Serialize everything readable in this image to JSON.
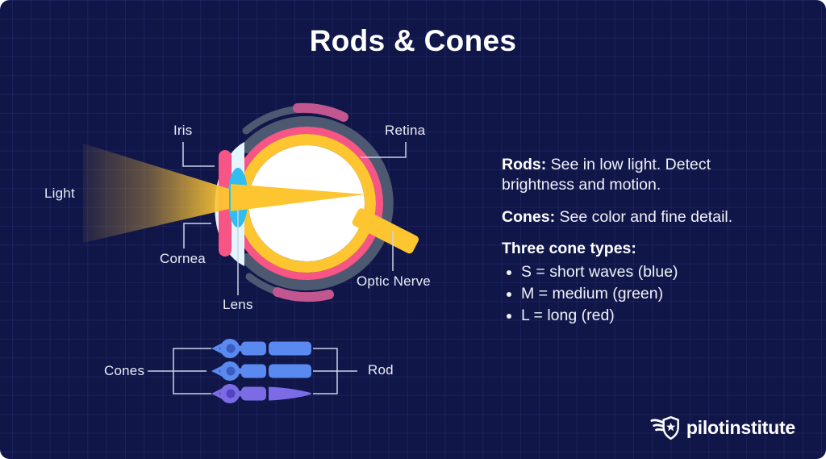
{
  "title": "Rods & Cones",
  "eye_diagram": {
    "labels": {
      "light": "Light",
      "iris": "Iris",
      "retina": "Retina",
      "cornea": "Cornea",
      "lens": "Lens",
      "optic_nerve": "Optic Nerve"
    }
  },
  "cell_diagram": {
    "labels": {
      "cones": "Cones",
      "rod": "Rod"
    }
  },
  "facts": {
    "rods": {
      "label": "Rods:",
      "text": " See in low light. Detect brightness and motion."
    },
    "cones": {
      "label": "Cones:",
      "text": " See color and fine detail."
    },
    "cone_types": {
      "heading": "Three cone types:",
      "items": [
        "S = short waves (blue)",
        "M = medium (green)",
        "L = long (red)"
      ]
    }
  },
  "footer": {
    "brand": "pilotinstitute",
    "logo_icon": "winged-star-shield"
  },
  "colors": {
    "background": "#111649",
    "grid_line": "#1d2458",
    "beam_yellow": "#fdc52f",
    "ring_pink": "#f75585",
    "ring_slate": "#4d5970",
    "muscle_pink": "#c2578f",
    "lens_blue": "#2fbdf2",
    "cornea_blue": "#e4f5fd",
    "cell_blue": "#5a8af0",
    "cell_blue_nucleus": "#3b5cc0",
    "cell_purple": "#7b6ce6",
    "cell_purple_nucleus": "#5243c4",
    "leader_line": "#ccd3e9",
    "text": "#f0f2f9"
  }
}
